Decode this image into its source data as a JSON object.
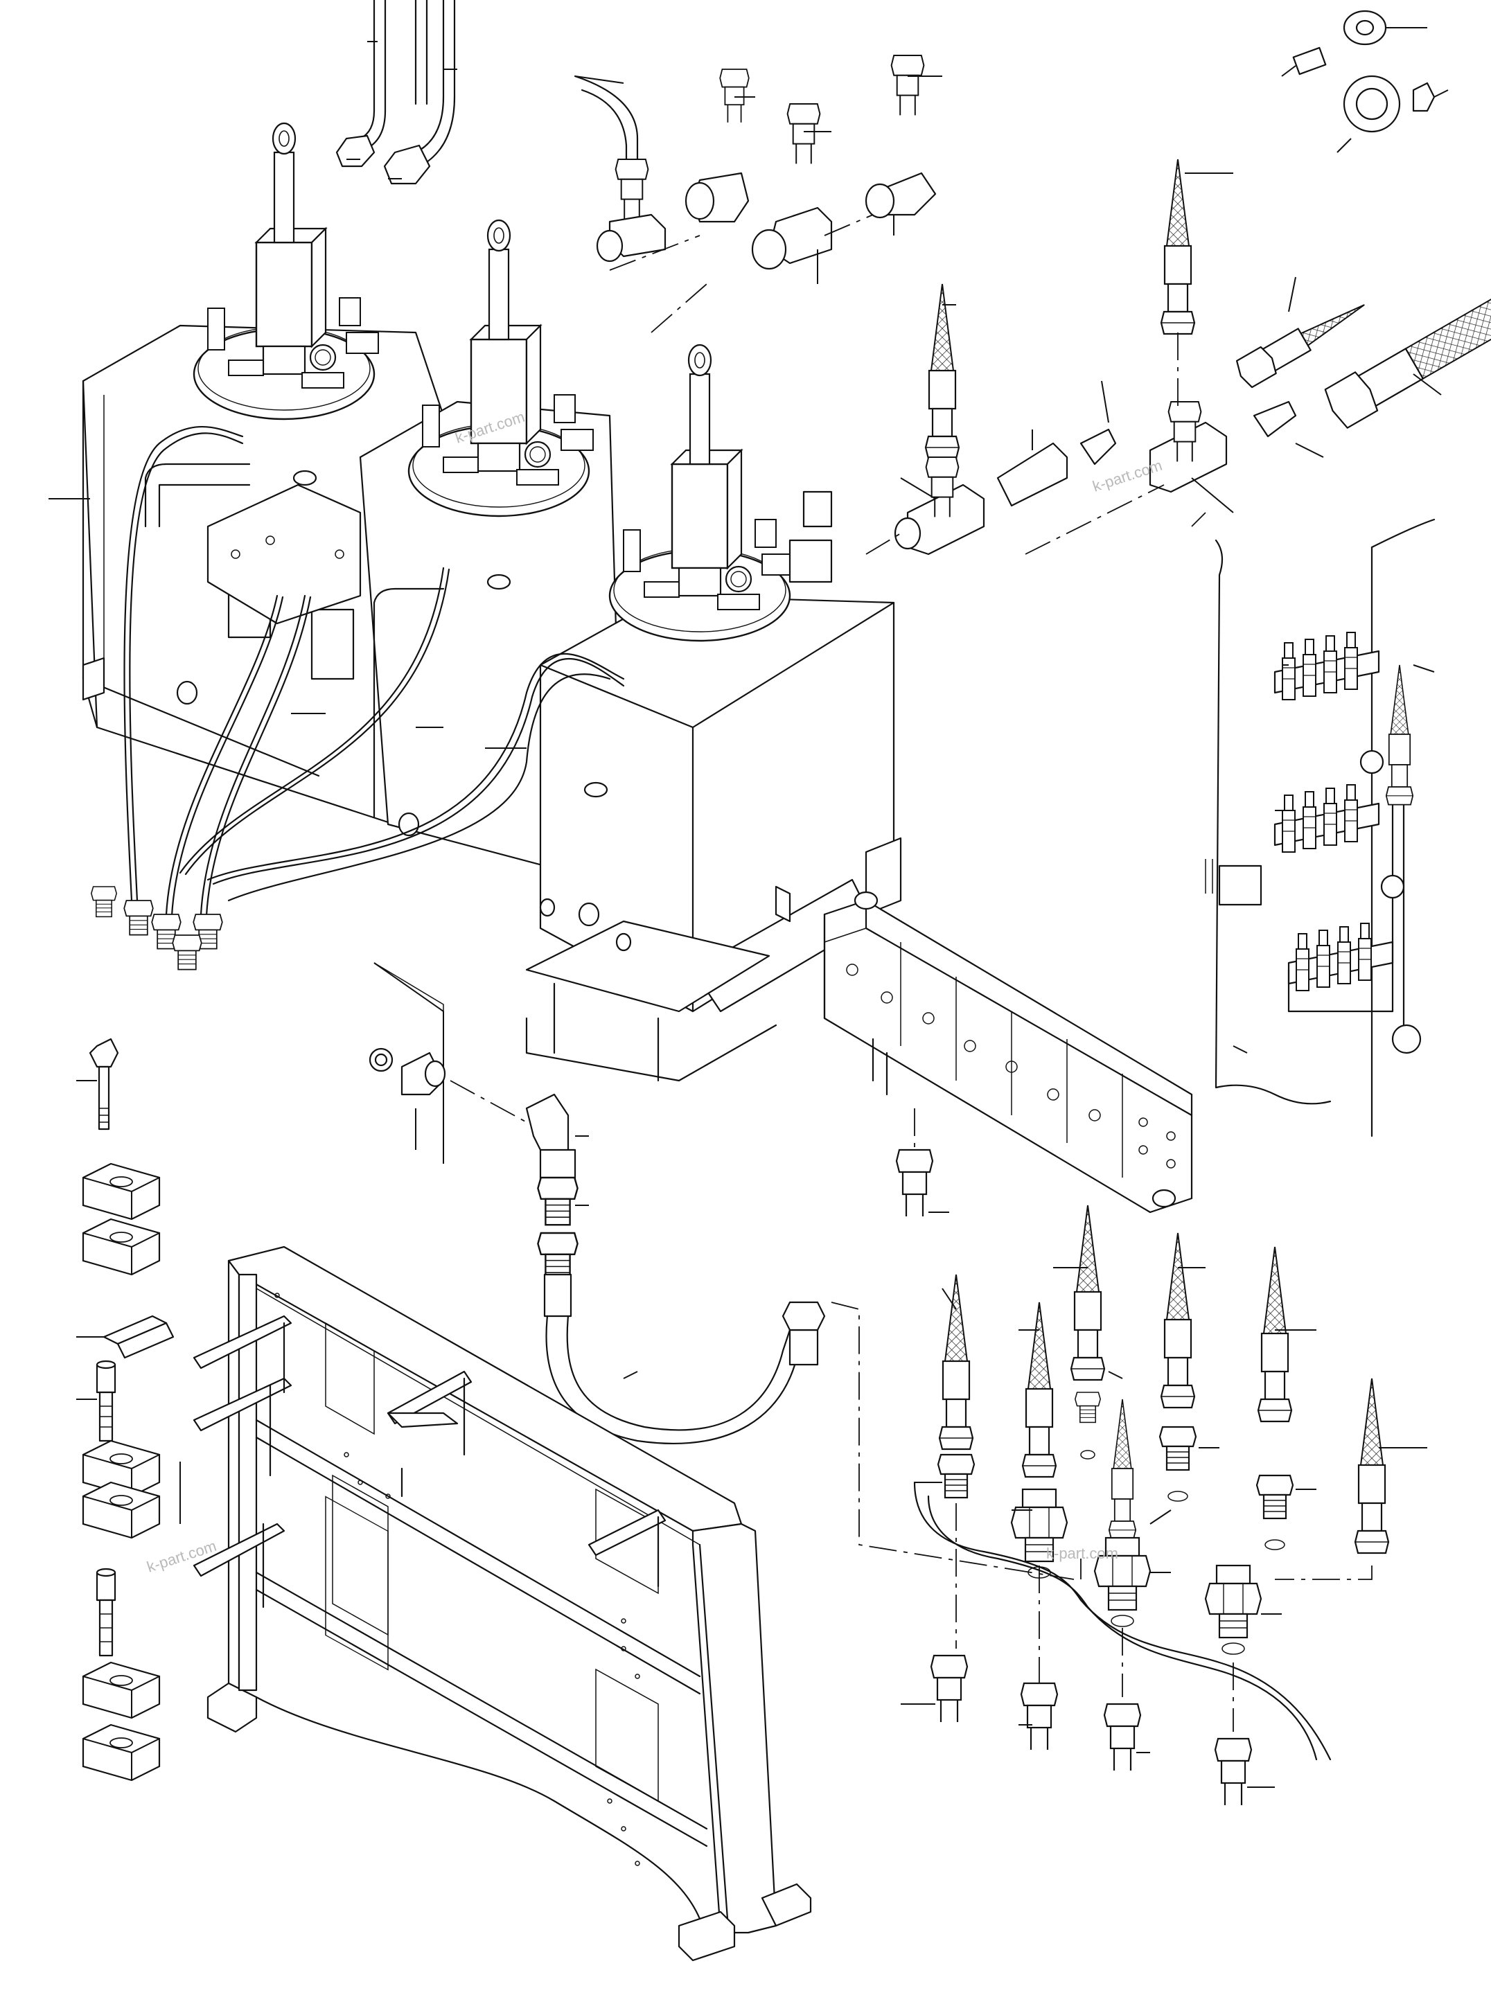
{
  "diagram": {
    "type": "exploded parts drawing",
    "watermarks": [
      {
        "text": "k-part.com"
      },
      {
        "text": "k-part.com"
      },
      {
        "text": "k-part.com"
      },
      {
        "text": "k-part.com"
      }
    ]
  }
}
